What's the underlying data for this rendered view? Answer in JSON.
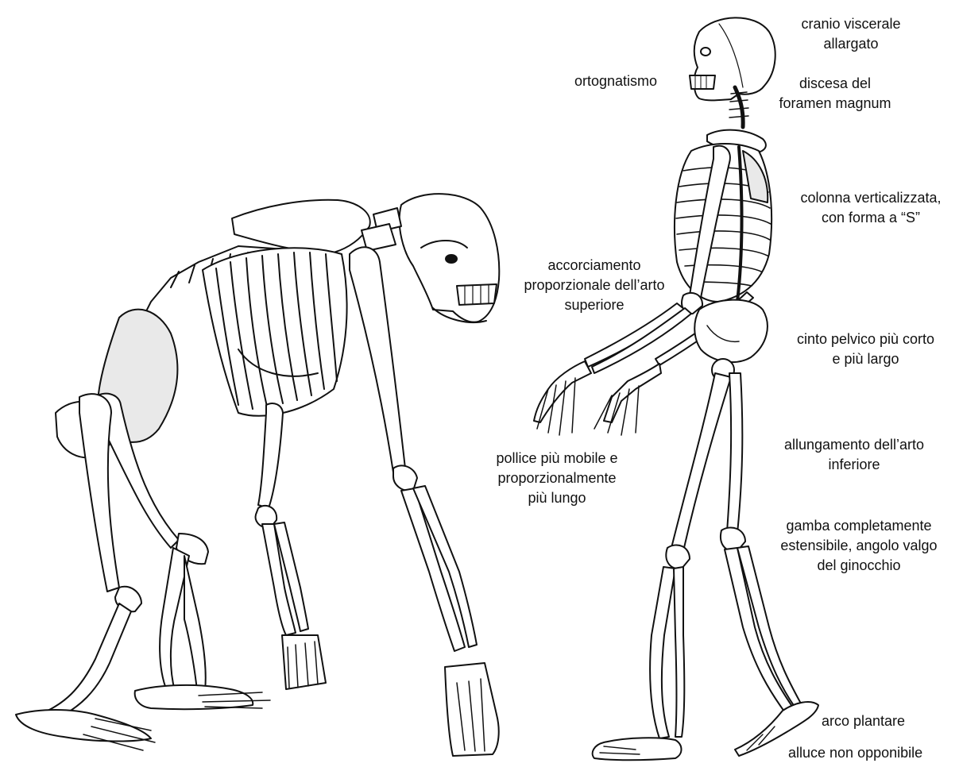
{
  "colors": {
    "background": "#ffffff",
    "ink": "#111111",
    "bone_fill": "#ffffff",
    "shading": "#cfcfcf"
  },
  "figures": {
    "left": "chimpanzee-skeleton-drawing",
    "right": "human-skeleton-drawing"
  },
  "labels": {
    "cranio": [
      "cranio viscerale",
      "allargato"
    ],
    "ortognatismo": [
      "ortognatismo"
    ],
    "discesa": [
      "discesa del",
      "foramen magnum"
    ],
    "colonna": [
      "colonna verticalizzata,",
      "con forma a “S”"
    ],
    "accorciamento": [
      "accorciamento",
      "proporzionale dell’arto",
      "superiore"
    ],
    "cinto": [
      "cinto pelvico più corto",
      "e più largo"
    ],
    "pollice": [
      "pollice più mobile e",
      "proporzionalmente",
      "più lungo"
    ],
    "allungamento": [
      "allungamento dell’arto",
      "inferiore"
    ],
    "gamba": [
      "gamba completamente",
      "estensibile, angolo valgo",
      "del ginocchio"
    ],
    "arco": [
      "arco plantare"
    ],
    "alluce": [
      "alluce non opponibile"
    ]
  }
}
